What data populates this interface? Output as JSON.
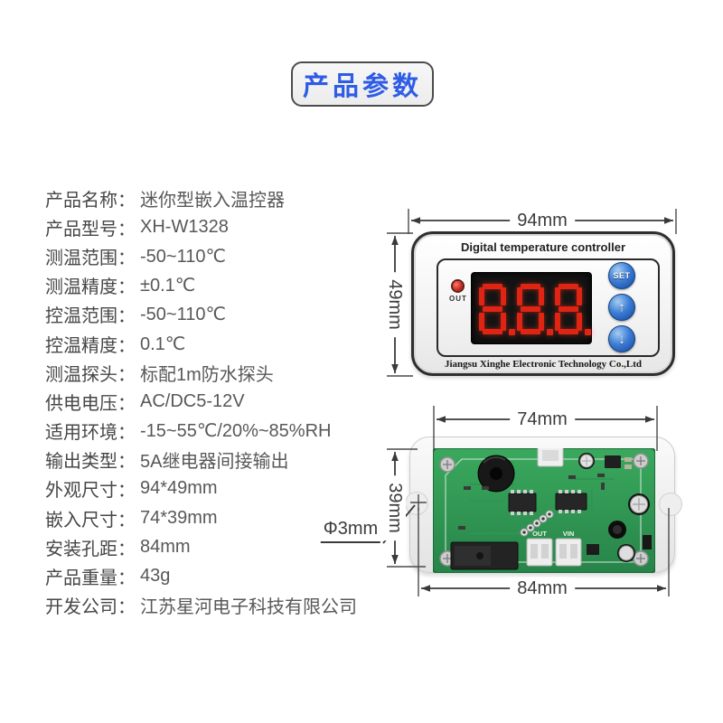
{
  "page": {
    "badge": "产品参数"
  },
  "specs": [
    {
      "label": "产品名称：",
      "value": "迷你型嵌入温控器"
    },
    {
      "label": "产品型号：",
      "value": "XH-W1328"
    },
    {
      "label": "测温范围：",
      "value": "-50~110℃"
    },
    {
      "label": "测温精度：",
      "value": "±0.1℃"
    },
    {
      "label": "控温范围：",
      "value": "-50~110℃"
    },
    {
      "label": "控温精度：",
      "value": "0.1℃"
    },
    {
      "label": "测温探头：",
      "value": "标配1m防水探头"
    },
    {
      "label": "供电电压：",
      "value": "AC/DC5-12V"
    },
    {
      "label": "适用环境：",
      "value": "-15~55℃/20%~85%RH"
    },
    {
      "label": "输出类型：",
      "value": "5A继电器间接输出"
    },
    {
      "label": "外观尺寸：",
      "value": "94*49mm"
    },
    {
      "label": "嵌入尺寸：",
      "value": "74*39mm"
    },
    {
      "label": "安装孔距：",
      "value": "84mm"
    },
    {
      "label": "产品重量：",
      "value": "43g"
    },
    {
      "label": "开发公司：",
      "value": "江苏星河电子科技有限公司"
    }
  ],
  "front_device": {
    "title": "Digital temperature controller",
    "brand": "Jiangsu Xinghe Electronic Technology Co.,Ltd",
    "out_label": "OUT",
    "display_value": "8.8.8.",
    "buttons": [
      {
        "label": "SET"
      },
      {
        "label": "↑"
      },
      {
        "label": "↓"
      }
    ],
    "dim_width": "94mm",
    "dim_height": "49mm"
  },
  "pcb": {
    "silk_out": "OUT",
    "silk_vin": "VIN",
    "dim_inner_width": "74mm",
    "dim_inner_height": "39mm",
    "dim_hole_distance": "84mm",
    "dim_hole_diameter": "Φ3mm"
  },
  "colors": {
    "accent_blue": "#2e5ce6",
    "display_red": "#e02414",
    "button_blue": "#2f6fd0",
    "pcb_green": "#2f9e52",
    "led_red": "#c7281c"
  }
}
